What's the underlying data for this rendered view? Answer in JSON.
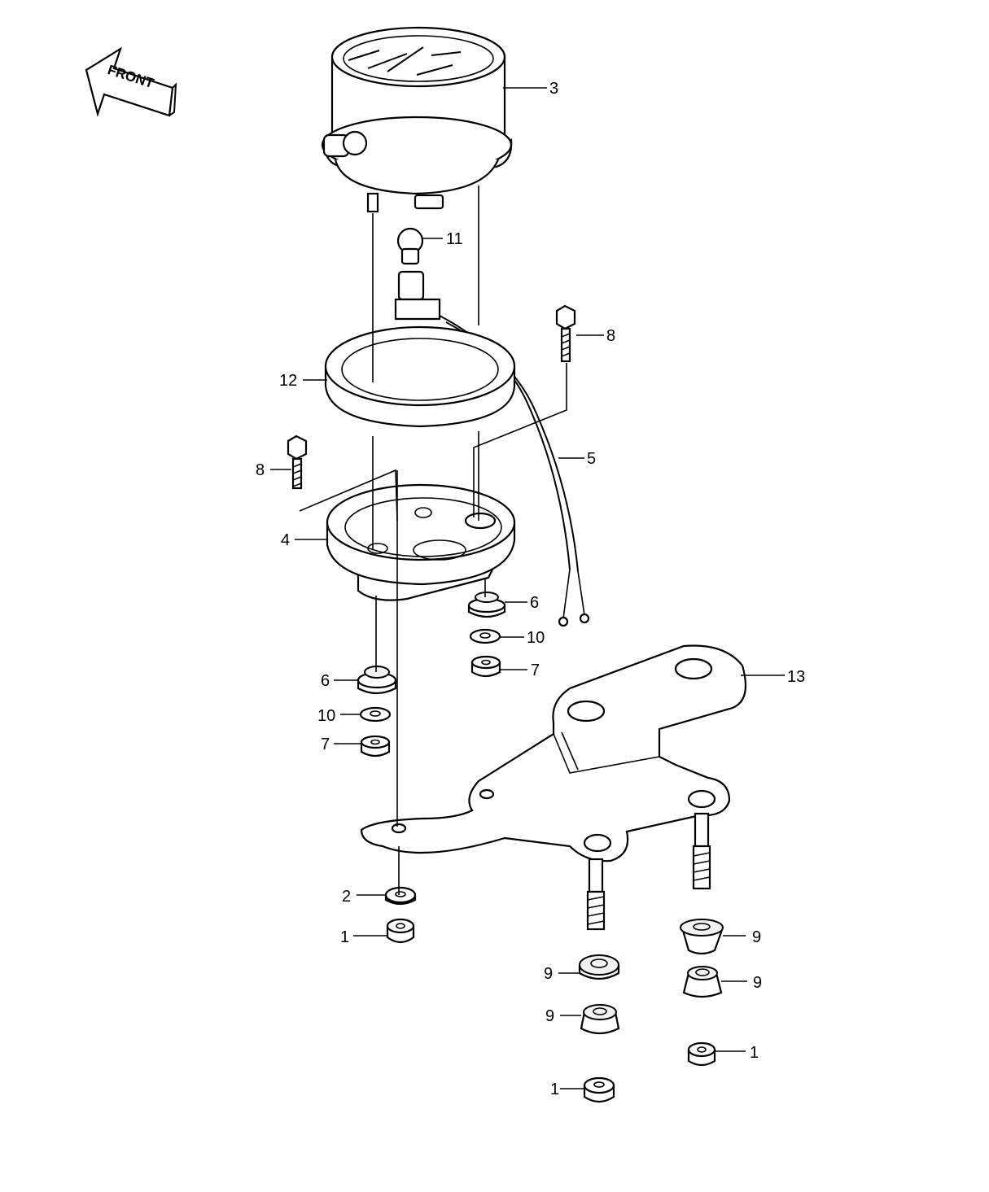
{
  "front_label": "FRONT",
  "callouts": {
    "p1_left": "1",
    "p1_right": "1",
    "p1_bottom": "1",
    "p2": "2",
    "p3": "3",
    "p4": "4",
    "p5": "5",
    "p6_right": "6",
    "p6_left": "6",
    "p7_right": "7",
    "p7_left": "7",
    "p8_right": "8",
    "p8_left": "8",
    "p9_upper_right": "9",
    "p9_middle_left": "9",
    "p9_lower_right": "9",
    "p9_lower_left": "9",
    "p10_right": "10",
    "p10_left": "10",
    "p11": "11",
    "p12": "12",
    "p13": "13"
  }
}
